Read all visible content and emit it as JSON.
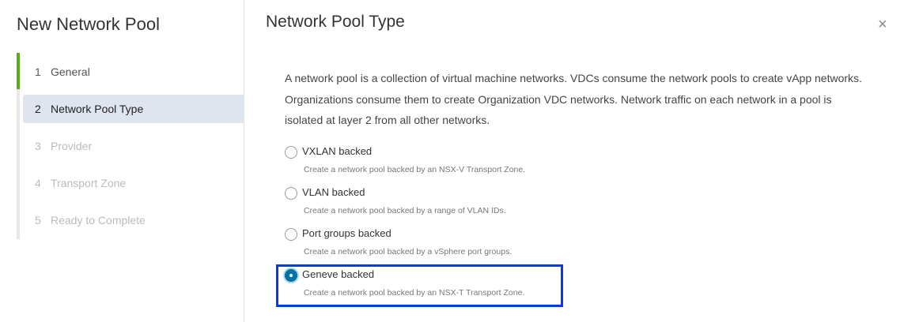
{
  "wizard": {
    "title": "New Network Pool",
    "steps": [
      {
        "num": "1",
        "label": "General",
        "state": "done"
      },
      {
        "num": "2",
        "label": "Network Pool Type",
        "state": "active"
      },
      {
        "num": "3",
        "label": "Provider",
        "state": "disabled"
      },
      {
        "num": "4",
        "label": "Transport Zone",
        "state": "disabled"
      },
      {
        "num": "5",
        "label": "Ready to Complete",
        "state": "disabled"
      }
    ]
  },
  "main": {
    "title": "Network Pool Type",
    "close": "×",
    "intro": "A network pool is a collection of virtual machine networks. VDCs consume the network pools to create vApp networks. Organizations consume them to create Organization VDC networks. Network traffic on each network in a pool is isolated at layer 2 from all other networks.",
    "options": [
      {
        "label": "VXLAN backed",
        "desc": "Create a network pool backed by an NSX-V Transport Zone.",
        "selected": false
      },
      {
        "label": "VLAN backed",
        "desc": "Create a network pool backed by a range of VLAN IDs.",
        "selected": false
      },
      {
        "label": "Port groups backed",
        "desc": "Create a network pool backed by a vSphere port groups.",
        "selected": false
      },
      {
        "label": "Geneve backed",
        "desc": "Create a network pool backed by an NSX-T Transport Zone.",
        "selected": true
      }
    ]
  },
  "colors": {
    "accent": "#0072a3",
    "done": "#5aaa1e",
    "highlight": "#0a37f5"
  }
}
